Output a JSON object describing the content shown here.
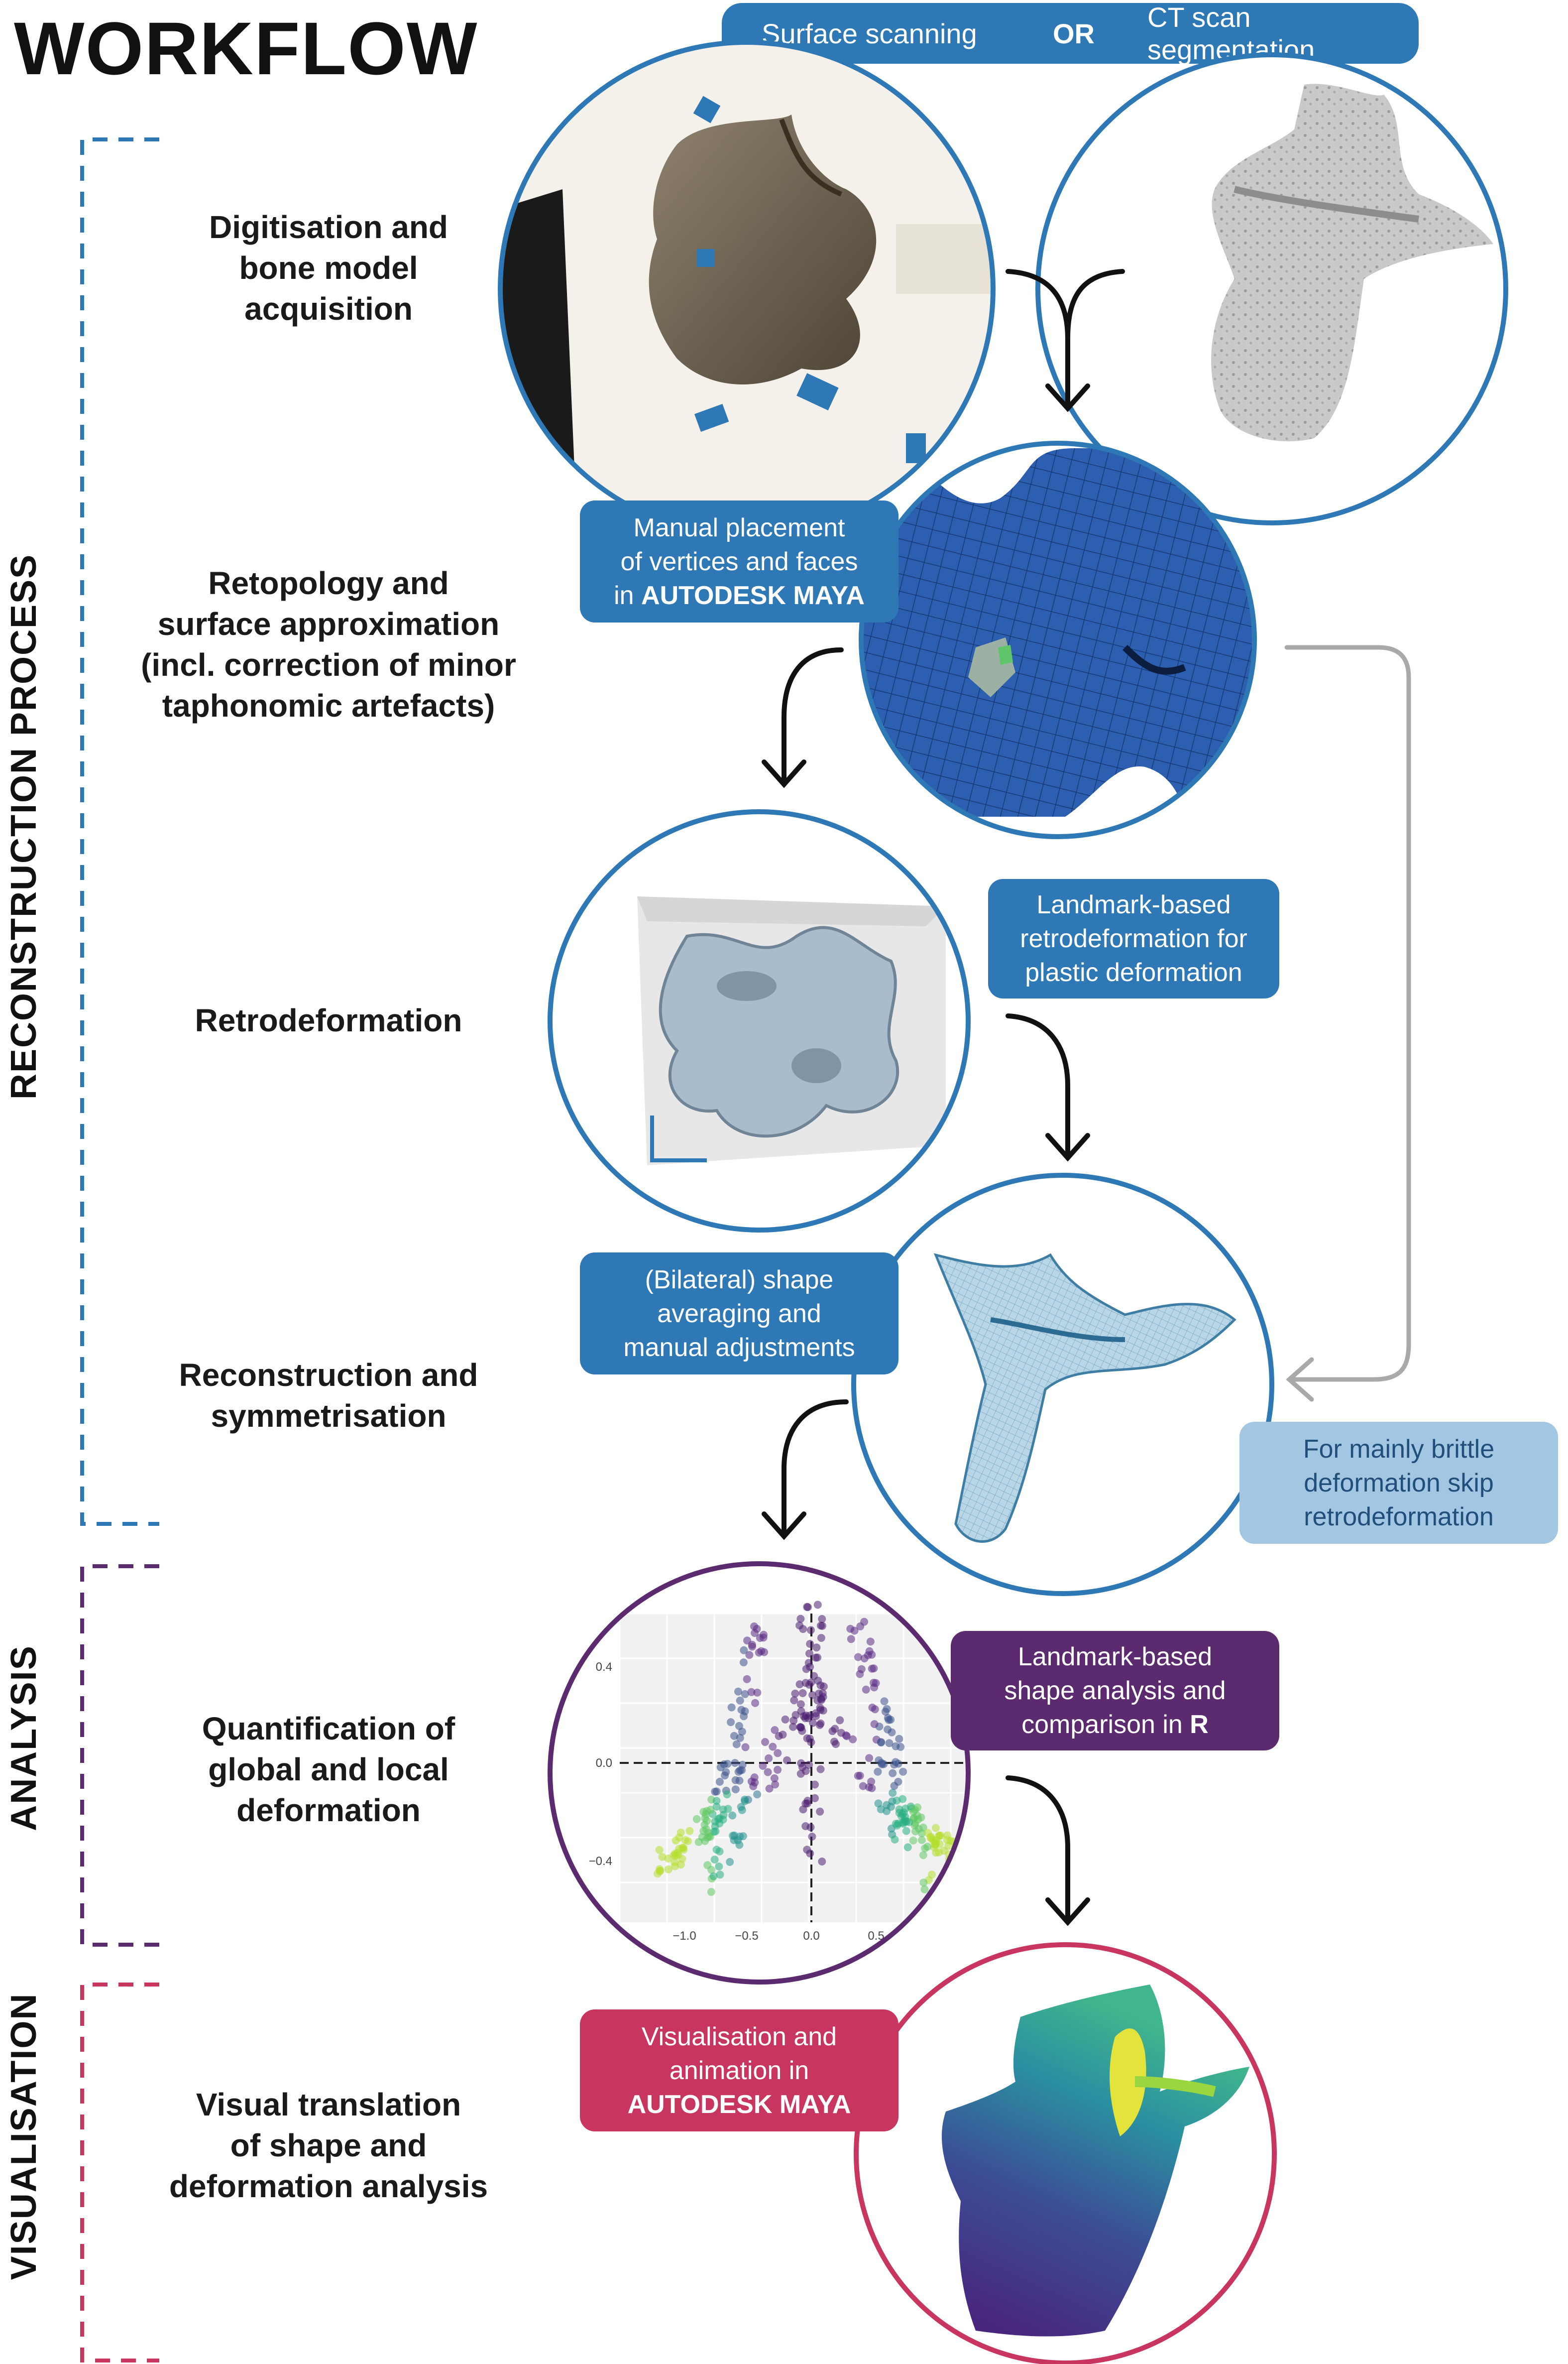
{
  "title": "WORKFLOW",
  "top_options": {
    "left": "Surface scanning",
    "or": "OR",
    "right": "CT scan segmentation"
  },
  "sections": {
    "reconstruction": "RECONSTRUCTION PROCESS",
    "analysis": "ANALYSIS",
    "visualisation": "VISUALISATION"
  },
  "steps": {
    "digitisation": [
      "Digitisation and",
      "bone model",
      "acquisition"
    ],
    "retopology": [
      "Retopology and",
      "surface approximation",
      "(incl. correction of minor",
      "taphonomic artefacts)"
    ],
    "retrodeformation": [
      "Retrodeformation"
    ],
    "reconstruction": [
      "Reconstruction and",
      "symmetrisation"
    ],
    "quantification": [
      "Quantification of",
      "global and local",
      "deformation"
    ],
    "visual": [
      "Visual translation",
      "of shape and",
      "deformation analysis"
    ]
  },
  "callouts": {
    "maya": {
      "line1": "Manual placement",
      "line2": "of vertices and faces",
      "line3_prefix": "in ",
      "line3_bold": "AUTODESK MAYA"
    },
    "landmark_retro": [
      "Landmark-based",
      "retrodeformation for",
      "plastic deformation"
    ],
    "bilateral": [
      "(Bilateral) shape",
      "averaging and",
      "manual adjustments"
    ],
    "brittle": [
      "For mainly brittle",
      "deformation skip",
      "retrodeformation"
    ],
    "shape_analysis": {
      "line1": "Landmark-based",
      "line2": "shape analysis and",
      "line3_prefix": "comparison in ",
      "line3_bold": "R"
    },
    "visual_maya": {
      "line1": "Visualisation and",
      "line2": "animation in",
      "line3_bold": "AUTODESK MAYA"
    }
  },
  "plot_ticks": {
    "y": [
      "0.4",
      "0.0",
      "−0.4"
    ],
    "x": [
      "−1.0",
      "−0.5",
      "0.0",
      "0.5"
    ]
  },
  "colors": {
    "blue": "#2e78b5",
    "light_blue": "#a3c6e2",
    "purple": "#5c2a6e",
    "magenta": "#c8365f",
    "gray_arrow": "#a9a9a9"
  },
  "icons": [
    "photogrammetry-bone-image",
    "ct-scan-bone-image",
    "retopology-mesh-image",
    "retrodeformation-landmarks-image",
    "reconstructed-model-image",
    "deformation-scatter-plot",
    "deformation-heatmap-model-image"
  ]
}
